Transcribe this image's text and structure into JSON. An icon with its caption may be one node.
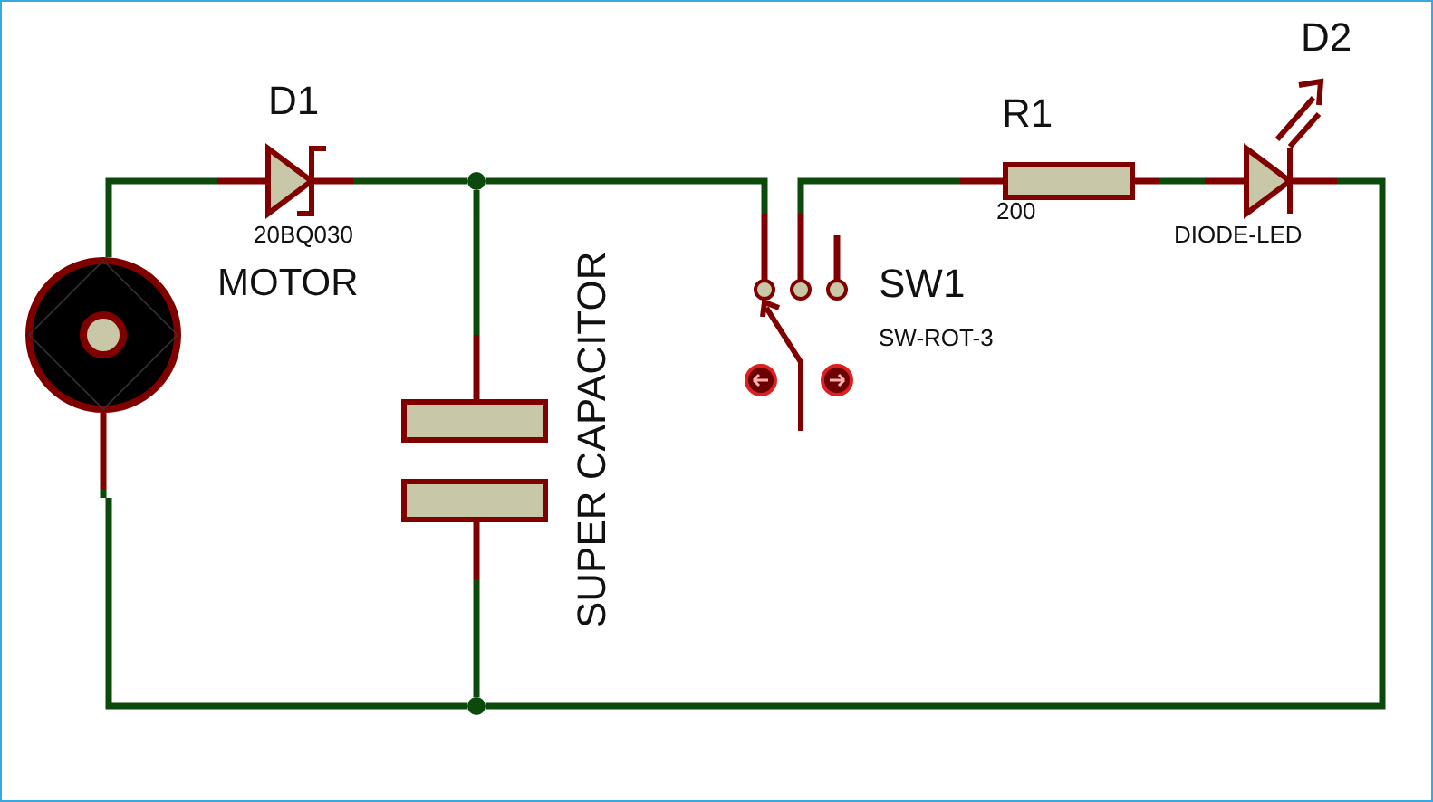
{
  "diagram": {
    "nodes": [
      {
        "text": [
          "MOTOR"
        ]
      },
      {
        "text": [
          "D1",
          "20BQ030"
        ]
      },
      {
        "text": [],
        "shape": "circle"
      },
      {
        "text": [
          "SUPER CAPACITOR"
        ]
      },
      {
        "text": [],
        "shape": "circle"
      },
      {
        "text": [
          "SW1",
          "SW-ROT-3"
        ]
      },
      {
        "text": [
          "R1",
          "200"
        ]
      },
      {
        "text": [
          "D2",
          "DIODE-LED"
        ]
      }
    ],
    "edges": [
      {
        "from": 0,
        "to": 1,
        "arrow": "none"
      },
      {
        "from": 1,
        "to": 2,
        "arrow": "none"
      },
      {
        "from": 2,
        "to": 3,
        "arrow": "none"
      },
      {
        "from": 2,
        "to": 5,
        "arrow": "none"
      },
      {
        "from": 5,
        "to": 6,
        "arrow": "none"
      },
      {
        "from": 6,
        "to": 7,
        "arrow": "none"
      },
      {
        "from": 7,
        "to": 4,
        "arrow": "none"
      },
      {
        "from": 3,
        "to": 4,
        "arrow": "none"
      },
      {
        "from": 0,
        "to": 4,
        "arrow": "none"
      }
    ]
  }
}
